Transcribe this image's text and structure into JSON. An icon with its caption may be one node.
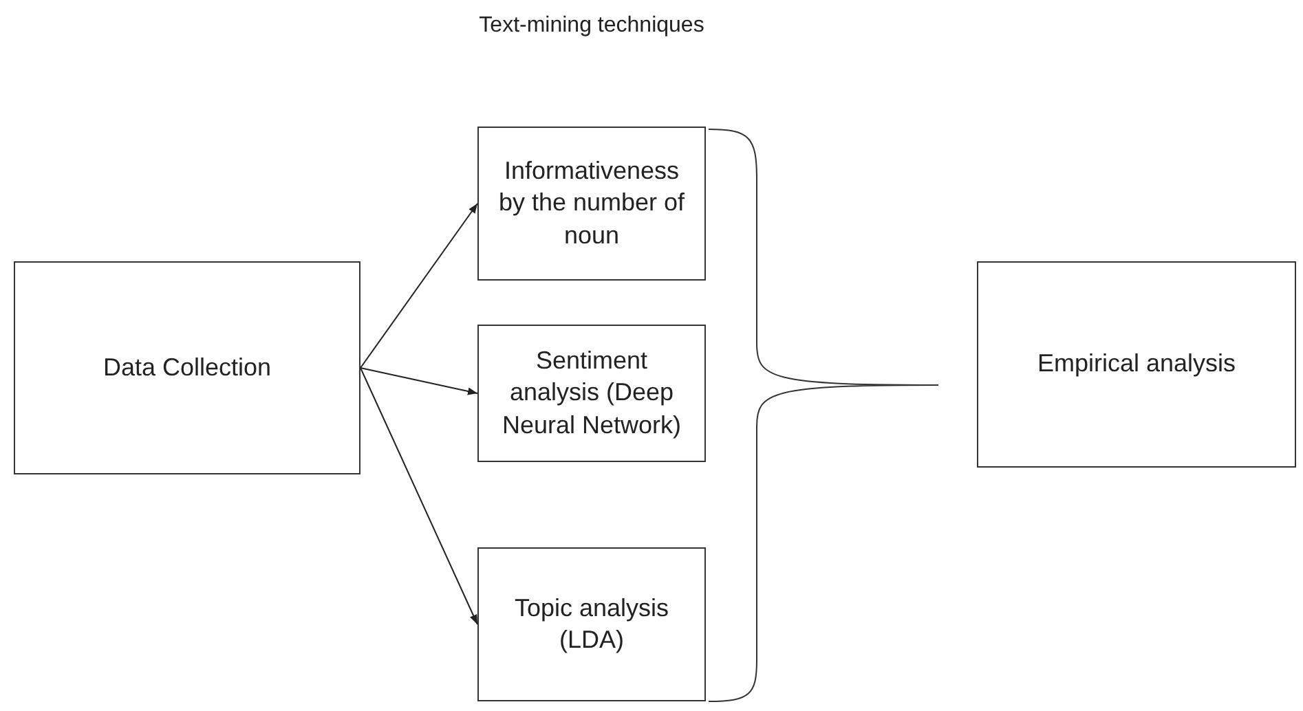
{
  "diagram": {
    "title": "Text-mining techniques",
    "nodes": [
      {
        "text": [
          "Data Collection"
        ]
      },
      {
        "text": [
          "Informativeness by the number of noun"
        ]
      },
      {
        "text": [
          "Sentiment analysis (Deep Neural Network)"
        ]
      },
      {
        "text": [
          "Topic analysis (LDA)"
        ]
      },
      {
        "text": [
          "Empirical analysis"
        ]
      }
    ],
    "edges": [
      {
        "from": 0,
        "to": 1,
        "arrow": "to"
      },
      {
        "from": 0,
        "to": 2,
        "arrow": "to"
      },
      {
        "from": 0,
        "to": 3,
        "arrow": "to"
      }
    ]
  }
}
